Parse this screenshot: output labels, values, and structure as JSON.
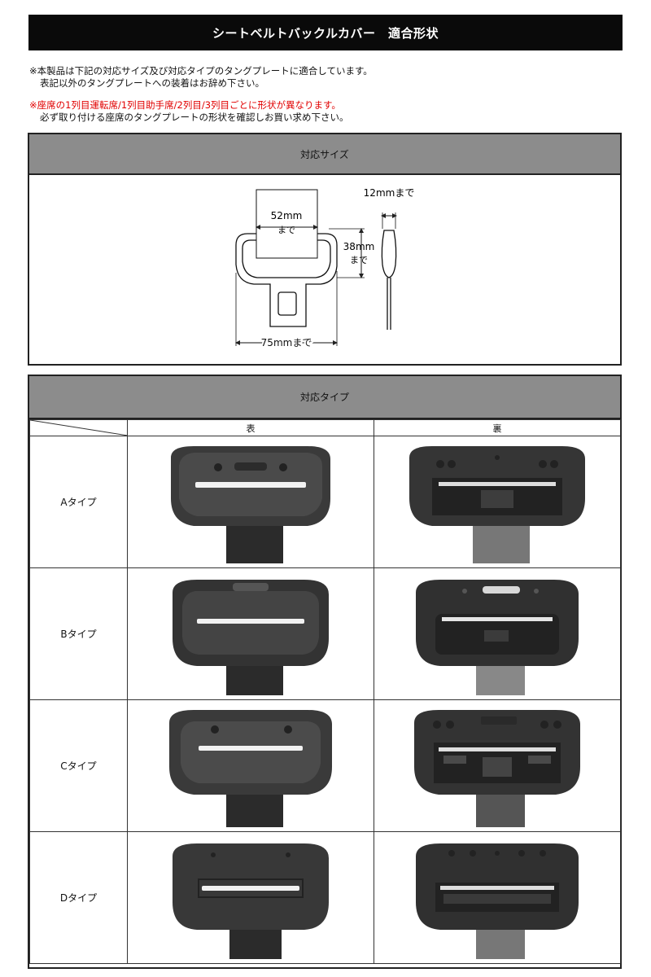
{
  "title": "シートベルトバックルカバー　適合形状",
  "notes": {
    "line1": "※本製品は下記の対応サイズ及び対応タイプのタングプレートに適合しています。",
    "line2": "表記以外のタングプレートへの装着はお辞め下さい。",
    "line3": "※座席の1列目運転席/1列目助手席/2列目/3列目ごとに形状が異なります。",
    "line4": "必ず取り付ける座席のタングプレートの形状を確認しお買い求め下さい。"
  },
  "size_section": {
    "heading": "対応サイズ",
    "dim_slot_width": "52mm",
    "dim_slot_width_suffix": "まで",
    "dim_height": "38mm",
    "dim_height_suffix": "まで",
    "dim_width": "75mmまで",
    "dim_thickness": "12mmまで"
  },
  "type_section": {
    "heading": "対応タイプ",
    "col_front": "表",
    "col_back": "裏",
    "rows": [
      {
        "label": "Aタイプ"
      },
      {
        "label": "Bタイプ"
      },
      {
        "label": "Cタイプ"
      },
      {
        "label": "Dタイプ"
      }
    ]
  }
}
